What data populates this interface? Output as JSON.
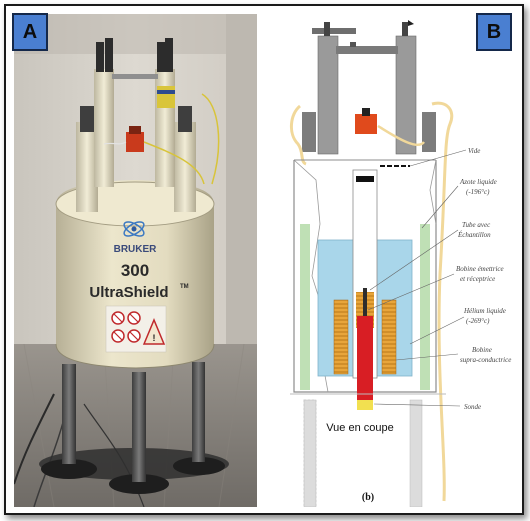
{
  "panel_a": {
    "badge": "A",
    "brand": "BRUKER",
    "model_number": "300",
    "model_name": "UltraShield",
    "trademark": "TM"
  },
  "panel_b": {
    "badge": "B",
    "labels": {
      "vide": "Vide",
      "azote_line1": "Azote liquide",
      "azote_line2": "(-196°c)",
      "tube_line1": "Tube avec",
      "tube_line2": "Échantillon",
      "bobine_line1": "Bobine émettrice",
      "bobine_line2": "et réceptrice",
      "helium_line1": "Hélium liquide",
      "helium_line2": "(-269°c)",
      "supra_line1": "Bobine",
      "supra_line2": "supra-conductrice",
      "sonde": "Sonde"
    },
    "caption": "Vue en coupe",
    "figure_label": "(b)"
  }
}
